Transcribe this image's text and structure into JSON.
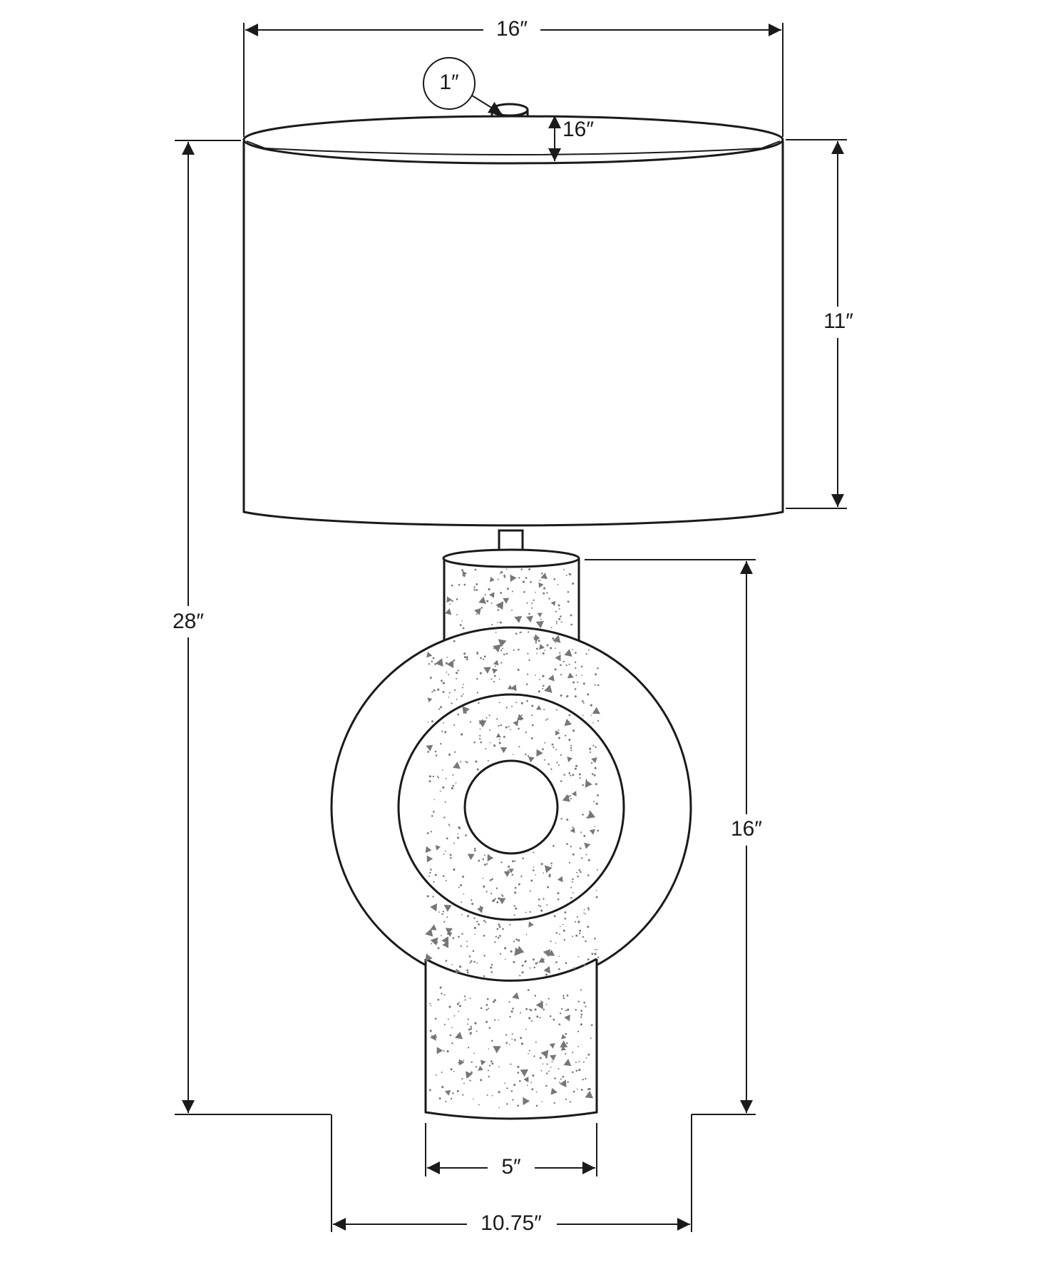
{
  "colors": {
    "ink": "#1a1a1a",
    "background": "#ffffff",
    "speckle": "#777777"
  },
  "dimensions": {
    "shade_width": "16″",
    "finial_diameter": "1″",
    "finial_height": "16″",
    "shade_height": "11″",
    "overall_height": "28″",
    "base_height": "16″",
    "foot_width": "5″",
    "base_width": "10.75″"
  }
}
